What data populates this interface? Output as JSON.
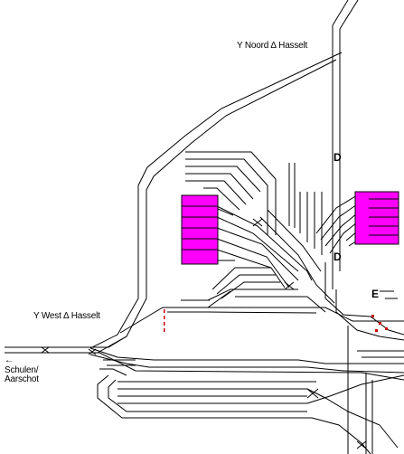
{
  "labels": {
    "noord_hasselt": "Y Noord ∆ Hasselt",
    "west_hasselt": "Y West ∆ Hasselt",
    "arrow_left": "←",
    "schulen_aarschot_1": "Schulen/",
    "schulen_aarschot_2": "Aarschot",
    "d_upper": "D",
    "d_lower": "D",
    "e_label": "E"
  },
  "colors": {
    "track": "#000000",
    "platform_fill": "#ff00ff",
    "platform_stroke": "#000000",
    "signal_red": "#cc0000",
    "background": "#ffffff"
  }
}
